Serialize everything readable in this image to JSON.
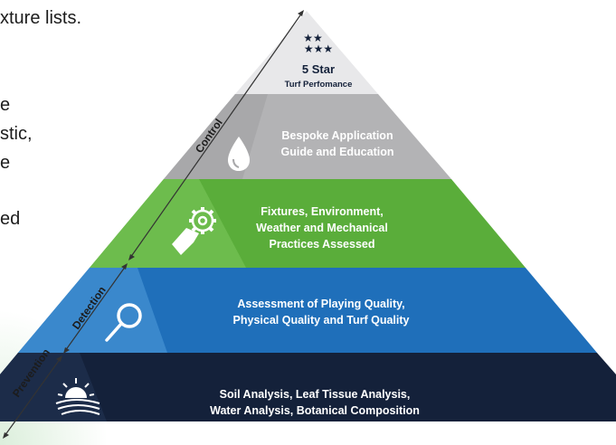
{
  "background_text": {
    "lines": [
      "xture lists.",
      "e",
      "stic,",
      "e",
      "ed"
    ]
  },
  "pyramid": {
    "top": {
      "stars_icon": "stars-icon",
      "title": "5 Star",
      "subtitle": "Turf Perfomance",
      "color": "#e8e8ea"
    },
    "layers": [
      {
        "lines": [
          "Bespoke Application",
          "Guide and Education"
        ],
        "icon": "water-drop-icon",
        "color": "#b3b3b5",
        "icon_bg": "#a8a8aa"
      },
      {
        "lines": [
          "Fixtures, Environment,",
          "Weather and Mechanical",
          "Practices Assessed"
        ],
        "icon": "hand-gear-icon",
        "color": "#5aad3a",
        "icon_bg": "#6dbc4d"
      },
      {
        "lines": [
          "Assessment of Playing Quality,",
          "Physical Quality and Turf Quality"
        ],
        "icon": "magnifier-icon",
        "color": "#1f6fba",
        "icon_bg": "#3a88cc"
      },
      {
        "lines": [
          "Soil Analysis, Leaf Tissue Analysis,",
          "Water Analysis, Botanical Composition"
        ],
        "icon": "field-sunrise-icon",
        "color": "#14213a",
        "icon_bg": "#1c2c49"
      }
    ]
  },
  "side_labels": {
    "control": "Control",
    "detection": "Detection",
    "prevention": "Prevention"
  },
  "colors": {
    "arrow_line": "#333333"
  }
}
